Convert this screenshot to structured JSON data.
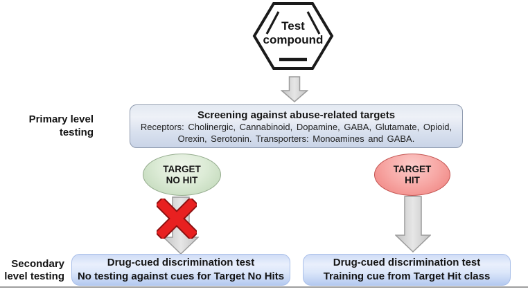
{
  "compound": {
    "line1": "Test",
    "line2": "compound"
  },
  "stage_labels": {
    "primary_line1": "Primary level",
    "primary_line2": "testing",
    "secondary_line1": "Secondary",
    "secondary_line2": "level testing"
  },
  "screening": {
    "title": "Screening against abuse-related targets",
    "body_line1": "Receptors: Cholinergic, Cannabinoid, Dopamine, GABA, Glutamate, Opioid,",
    "body_line2": "Orexin, Serotonin. Transporters: Monoamines and GABA."
  },
  "outcomes": {
    "no_hit_line1": "TARGET",
    "no_hit_line2": "NO HIT",
    "hit_line1": "TARGET",
    "hit_line2": "HIT"
  },
  "secondary_tests": {
    "left_line1": "Drug-cued discrimination test",
    "left_line2": "No testing against cues for Target No Hits",
    "right_line1": "Drug-cued discrimination test",
    "right_line2": "Training cue from Target Hit class"
  },
  "icons": {
    "hexagon": "benzene-ring-hexagon",
    "arrows": "gray-block-down-arrow",
    "rejection": "red-x-mark"
  },
  "colors": {
    "screening_box_top": "#e3e9f2",
    "screening_box_bottom": "#c9d4e7",
    "screening_box_border": "#8e9aae",
    "no_hit_fill": "#cde0c6",
    "no_hit_border": "#94ab8d",
    "hit_fill": "#f4918e",
    "hit_border": "#c25350",
    "secondary_box_top": "#cfdcf6",
    "secondary_box_bottom": "#b5caf0",
    "arrow_fill": "#d6d6d6",
    "arrow_border": "#9b9b9b",
    "x_red": "#e82020",
    "x_red_dark": "#8c1010"
  }
}
